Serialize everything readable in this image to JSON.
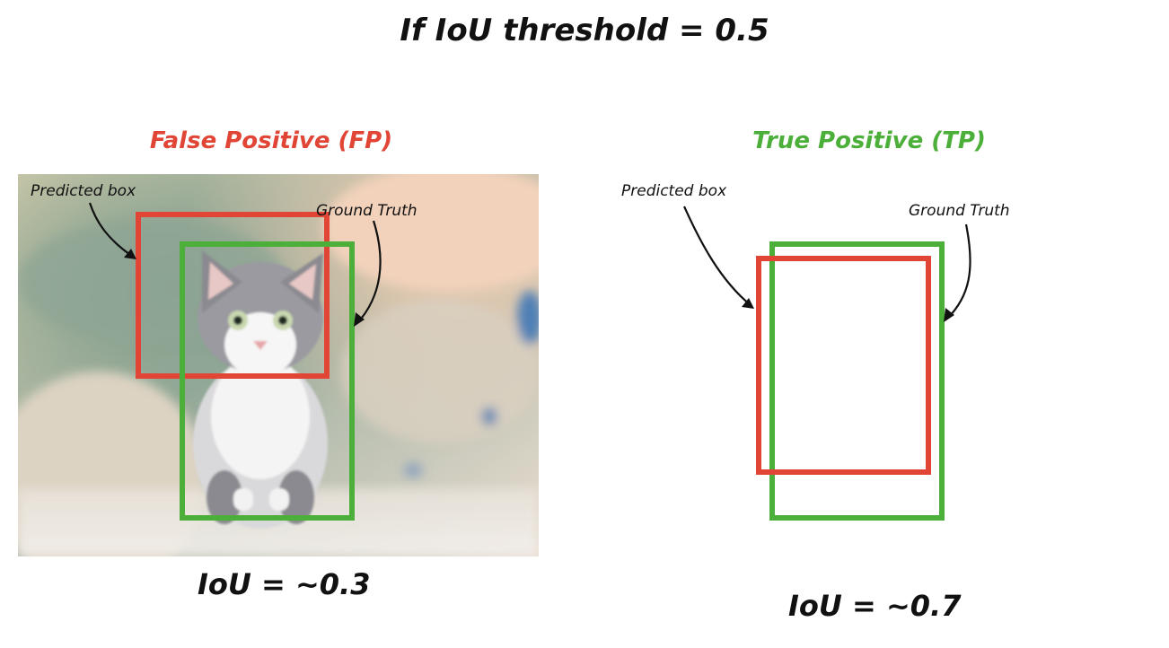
{
  "title": "If IoU threshold = 0.5",
  "colors": {
    "fp": "#e04536",
    "tp": "#4caf3a",
    "text": "#111111"
  },
  "panels": [
    {
      "label": "False Positive (FP)",
      "label_color": "#e04536",
      "predicted_label": "Predicted box",
      "ground_truth_label": "Ground Truth",
      "iou_text": "IoU = ~0.3",
      "iou_value": 0.3
    },
    {
      "label": "True Positive (TP)",
      "label_color": "#4caf3a",
      "predicted_label": "Predicted box",
      "ground_truth_label": "Ground Truth",
      "iou_text": "IoU = ~0.7",
      "iou_value": 0.7
    }
  ],
  "icons": {
    "photo": "kitten-photo-icon",
    "arrow": "curved-arrow-icon"
  }
}
